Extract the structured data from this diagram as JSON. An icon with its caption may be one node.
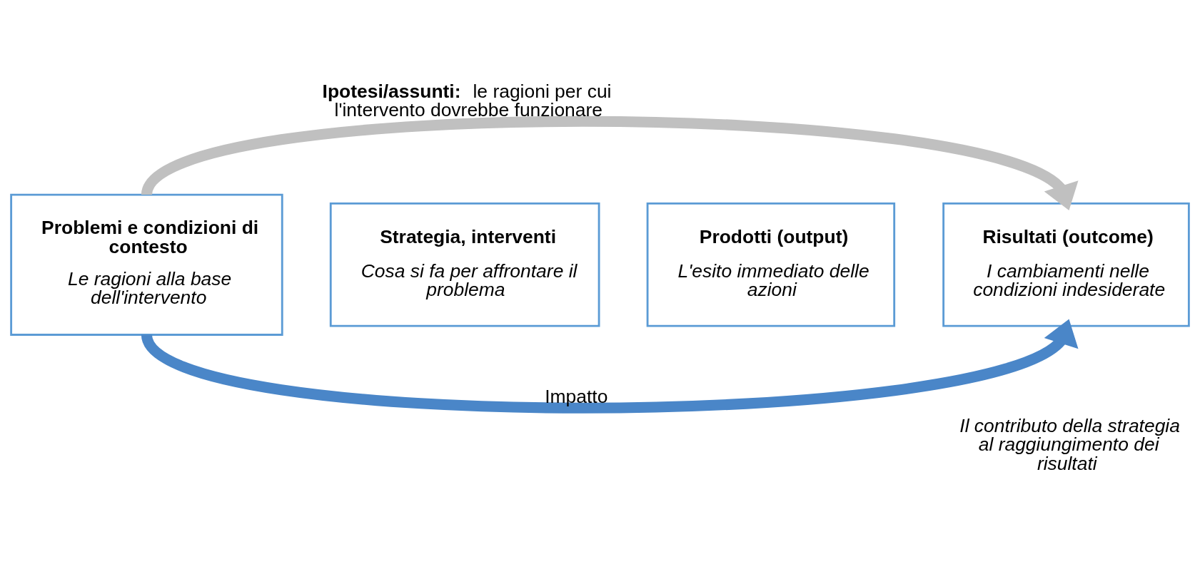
{
  "diagram": {
    "nodes": [
      {
        "text": [
          "Problemi e condizioni di contesto",
          "Le ragioni alla base dell'intervento"
        ]
      },
      {
        "text": [
          "Strategia, interventi",
          "Cosa si fa per affrontare il problema"
        ]
      },
      {
        "text": [
          "Prodotti (output)",
          "L'esito immediato delle azioni"
        ]
      },
      {
        "text": [
          "Risultati (outcome)",
          "I cambiamenti nelle condizioni indesiderate"
        ]
      }
    ],
    "edges": [
      {
        "from": 0,
        "to": 3,
        "arrow": "to",
        "label": "**Ipotesi/assunti:** le ragioni per cui l'intervento dovrebbe funzionare",
        "color": "#c0c0c0"
      },
      {
        "from": 0,
        "to": 3,
        "arrow": "to",
        "label": "Impatto",
        "color": "#4a86c8"
      }
    ],
    "labels": [
      "Il contributo della strategia al raggiungimento dei risultati"
    ]
  }
}
